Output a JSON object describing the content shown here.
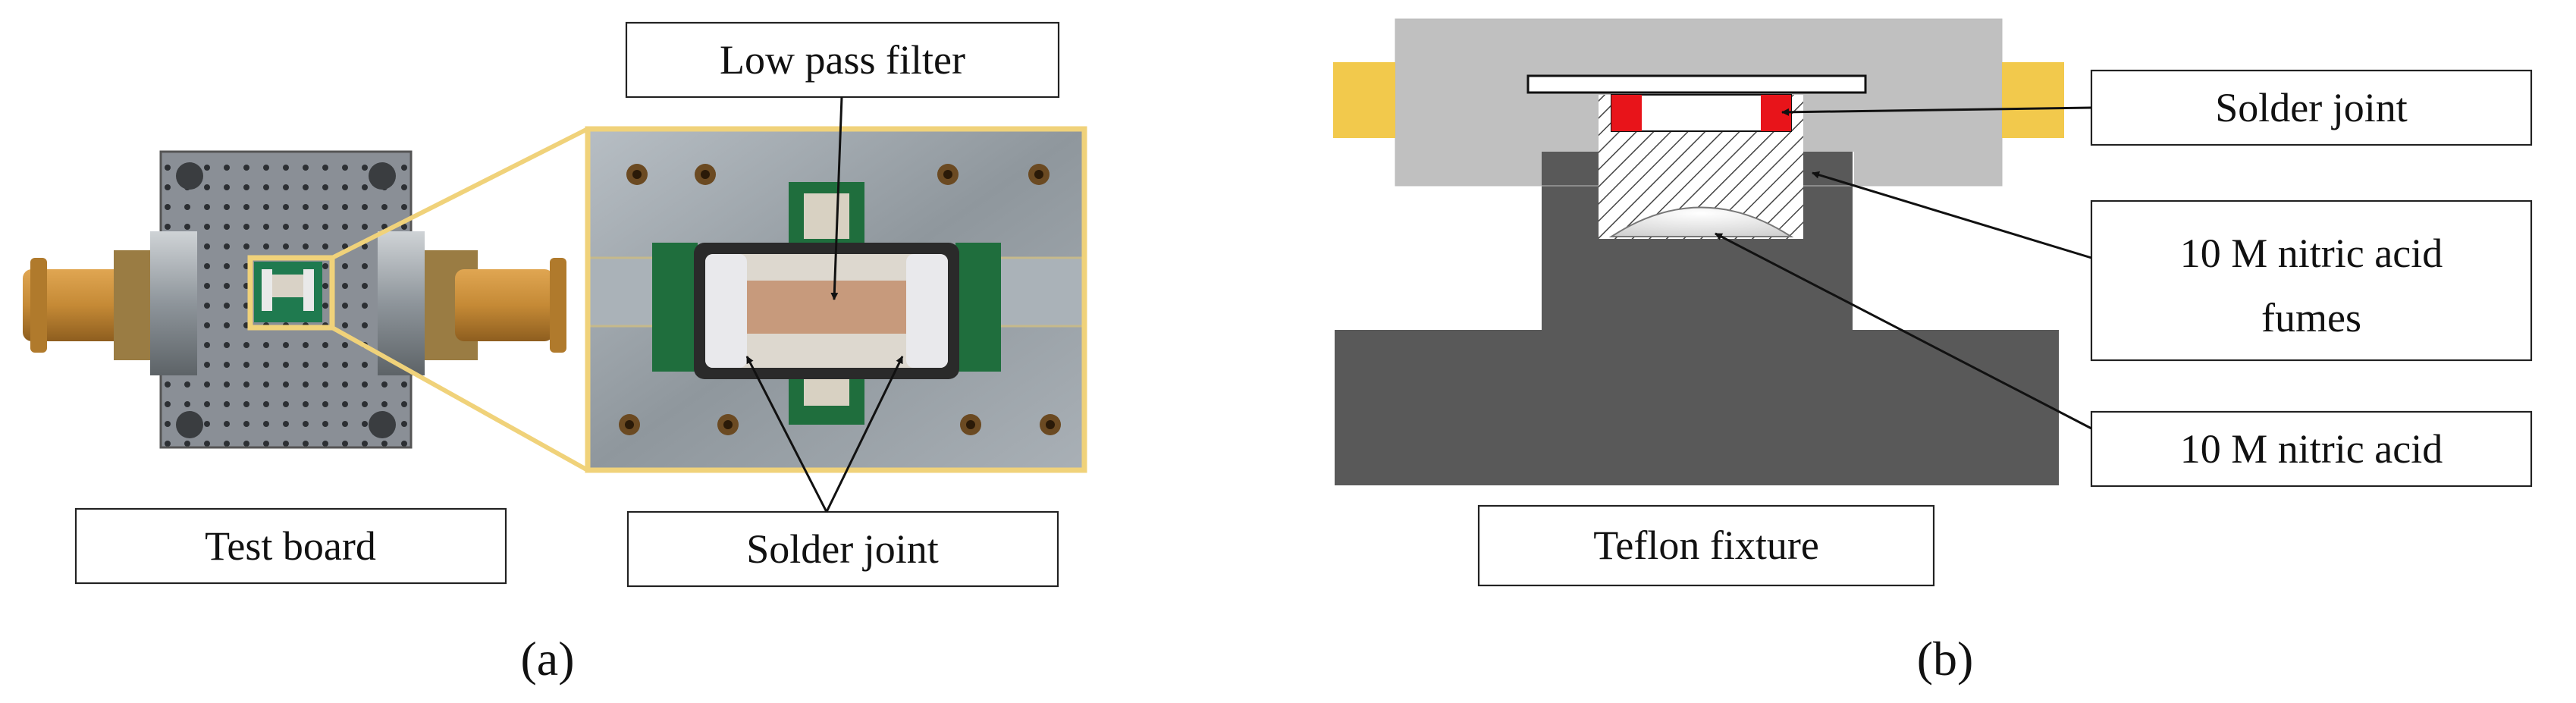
{
  "panel_a": {
    "caption": "(a)",
    "labels": {
      "test_board": "Test board",
      "low_pass_filter": "Low pass filter",
      "solder_joint": "Solder joint"
    }
  },
  "panel_b": {
    "caption": "(b)",
    "labels": {
      "solder_joint": "Solder joint",
      "fumes_line1": "10 M nitric acid",
      "fumes_line2": "fumes",
      "nitric_acid": "10 M nitric acid",
      "teflon_fixture": "Teflon fixture"
    }
  },
  "colors": {
    "teflon": "#595959",
    "lid": "#c0c0c0",
    "connector_gold": "#f2c94c",
    "solder_red": "#e8141a",
    "highlight_frame": "#f0d27a"
  }
}
